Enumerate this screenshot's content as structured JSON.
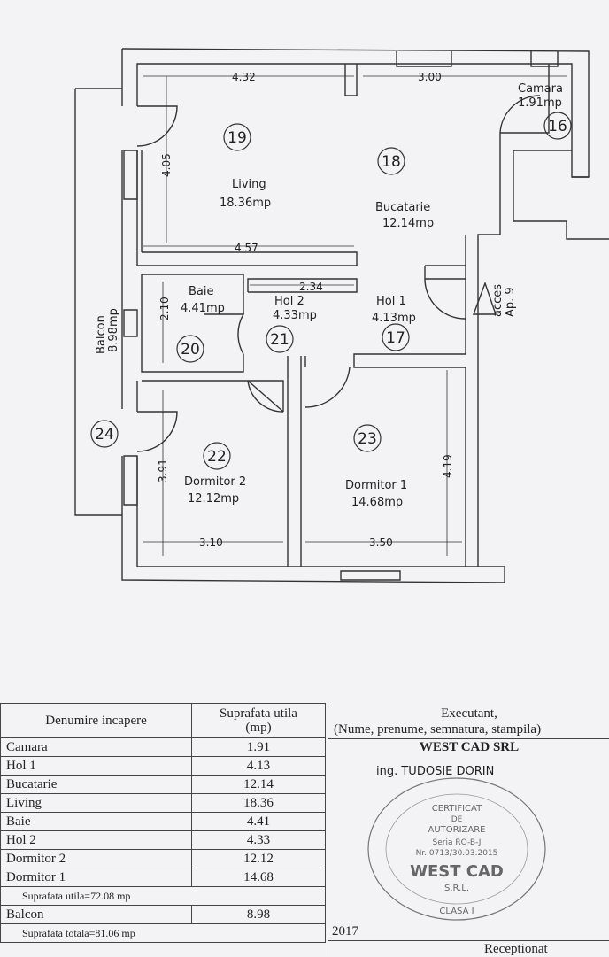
{
  "plan": {
    "dimensions": {
      "d1": "4.32",
      "d2": "3.00",
      "d3": "4.05",
      "d4": "4.57",
      "d5": "2.34",
      "d6": "2.10",
      "d7": "3.91",
      "d8": "3.10",
      "d9": "3.50",
      "d10": "4.19"
    },
    "rooms": {
      "camara": {
        "name": "Camara",
        "area": "1.91mp",
        "num": "16"
      },
      "bucatarie": {
        "name": "Bucatarie",
        "area": "12.14mp",
        "num": "18"
      },
      "living": {
        "name": "Living",
        "area": "18.36mp",
        "num": "19"
      },
      "baie": {
        "name": "Baie",
        "area": "4.41mp",
        "num": "20"
      },
      "hol2": {
        "name": "Hol 2",
        "area": "4.33mp",
        "num": "21"
      },
      "hol1": {
        "name": "Hol 1",
        "area": "4.13mp",
        "num": "17"
      },
      "dormitor2": {
        "name": "Dormitor 2",
        "area": "12.12mp",
        "num": "22"
      },
      "dormitor1": {
        "name": "Dormitor 1",
        "area": "14.68mp",
        "num": "23"
      },
      "balcon": {
        "name": "Balcon",
        "area": "8.98mp",
        "num": "24"
      }
    },
    "access": {
      "line1": "acces",
      "line2": "Ap. 9"
    }
  },
  "table": {
    "header_name": "Denumire incapere",
    "header_area_1": "Suprafata utila",
    "header_area_2": "(mp)",
    "rows": [
      {
        "name": "Camara",
        "area": "1.91"
      },
      {
        "name": "Hol 1",
        "area": "4.13"
      },
      {
        "name": "Bucatarie",
        "area": "12.14"
      },
      {
        "name": "Living",
        "area": "18.36"
      },
      {
        "name": "Baie",
        "area": "4.41"
      },
      {
        "name": "Hol 2",
        "area": "4.33"
      },
      {
        "name": "Dormitor 2",
        "area": "12.12"
      },
      {
        "name": "Dormitor 1",
        "area": "14.68"
      }
    ],
    "useful_total": "Suprafata utila=72.08 mp",
    "balcony": {
      "name": "Balcon",
      "area": "8.98"
    },
    "grand_total": "Suprafata totala=81.06 mp"
  },
  "executant": {
    "title": "Executant,",
    "subtitle": "(Nume, prenume, semnatura, stampila)",
    "firm": "WEST CAD SRL",
    "engineer": "ing. TUDOSIE DORIN",
    "stamp_lines": [
      "CERTIFICAT",
      "DE",
      "AUTORIZARE",
      "Seria RO-B-J",
      "Nr. 0713/30.03.2015",
      "WEST CAD",
      "S.R.L.",
      "CLASA I"
    ],
    "year": "2017",
    "receiver": "Receptionat"
  }
}
